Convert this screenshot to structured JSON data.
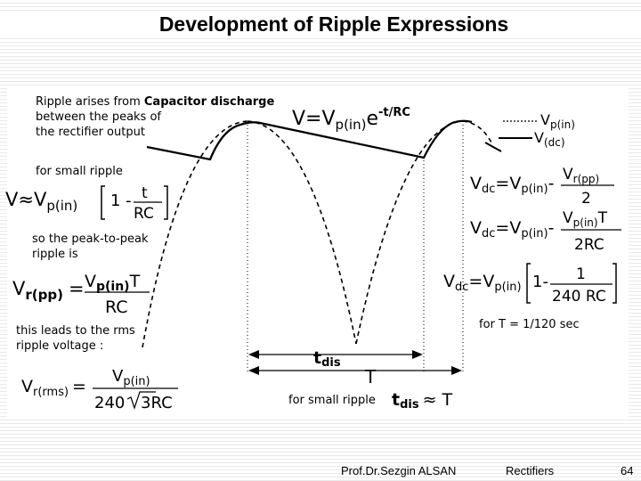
{
  "title": "Development of Ripple Expressions",
  "notes": {
    "ripple_l1_a": "Ripple arises from",
    "ripple_l1_b": "Capacitor discharge",
    "ripple_l2": "between the peaks of",
    "ripple_l3": "the rectifier output",
    "small_ripple": "for small ripple",
    "peak_l1": "so the peak-to-peak",
    "peak_l2": "ripple is",
    "rms_l1": "this leads to the rms",
    "rms_l2": "ripple voltage :",
    "for_T": "for T = 1/120 sec",
    "small_ripple_bottom": "for small ripple"
  },
  "legend": {
    "vp_v": "V",
    "vp_sub": "p(in)",
    "vdc_v": "V",
    "vdc_sub": "(dc)"
  },
  "formulas": {
    "decay_lhs": "V=V",
    "decay_sub": "p(in)",
    "decay_e": "e",
    "decay_exp": "-t/RC",
    "approx_lhs": "V≈V",
    "approx_sub": "p(in)",
    "approx_one": "1 -",
    "approx_num": "t",
    "approx_den": "RC",
    "vrpp_v": "V",
    "vrpp_sub": "r(pp)",
    "vrpp_eq": "=",
    "vrpp_num_v": "V",
    "vrpp_num_sub": "p(in)",
    "vrpp_num_T": "T",
    "vrpp_den": "RC",
    "vrms_v": "V",
    "vrms_sub": "r(rms)",
    "vrms_eq": "=",
    "vrms_num_v": "V",
    "vrms_num_sub": "p(in)",
    "vrms_den_a": "240",
    "vrms_den_b": "3RC",
    "dc1_v": "V",
    "dc1_sub": "dc",
    "dc1_eq": "=V",
    "dc1_sub2": "p(in)",
    "dc1_minus": "-",
    "dc1_num_v": "V",
    "dc1_num_sub": "r(pp)",
    "dc1_den": "2",
    "dc2_v": "V",
    "dc2_sub": "dc",
    "dc2_eq": "=V",
    "dc2_sub2": "p(in)",
    "dc2_minus": "-",
    "dc2_num_v": "V",
    "dc2_num_sub": "p(in)",
    "dc2_num_T": "T",
    "dc2_den": "2RC",
    "dc3_v": "V",
    "dc3_sub": "dc",
    "dc3_eq": "=V",
    "dc3_sub2": "p(in)",
    "dc3_one": "1-",
    "dc3_num": "1",
    "dc3_den": "240 RC",
    "tdis_t": "t",
    "tdis_sub": "dis",
    "T_label": "T",
    "tdis2_t": "t",
    "tdis2_sub": "dis",
    "tdis2_approx": "≈ T"
  },
  "footer": {
    "author": "Prof.Dr.Sezgin ALSAN",
    "topic": "Rectifiers",
    "page": "64"
  }
}
